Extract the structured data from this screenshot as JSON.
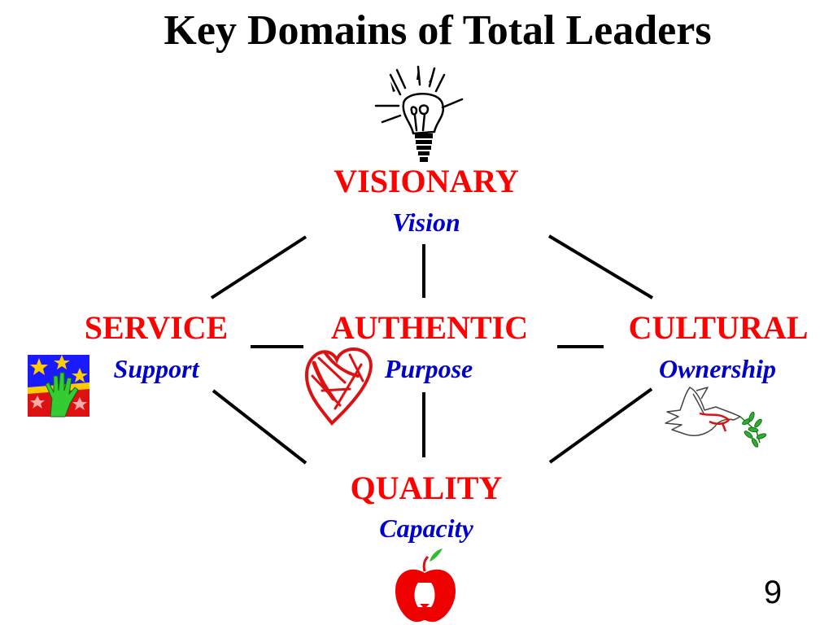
{
  "slide": {
    "title": "Key Domains of Total Leaders",
    "page_number": "9"
  },
  "domains": {
    "visionary": {
      "label": "VISIONARY",
      "sub": "Vision",
      "icon": "lightbulb-icon"
    },
    "service": {
      "label": "SERVICE",
      "sub": "Support",
      "icon": "helping-hand-icon"
    },
    "authentic": {
      "label": "AUTHENTIC",
      "sub": "Purpose",
      "icon": "heart-icon"
    },
    "cultural": {
      "label": "CULTURAL",
      "sub": "Ownership",
      "icon": "dove-icon"
    },
    "quality": {
      "label": "QUALITY",
      "sub": "Capacity",
      "icon": "apple-icon"
    }
  },
  "colors": {
    "label": "#ff0000",
    "sub": "#0000cc",
    "connector": "#000000"
  }
}
